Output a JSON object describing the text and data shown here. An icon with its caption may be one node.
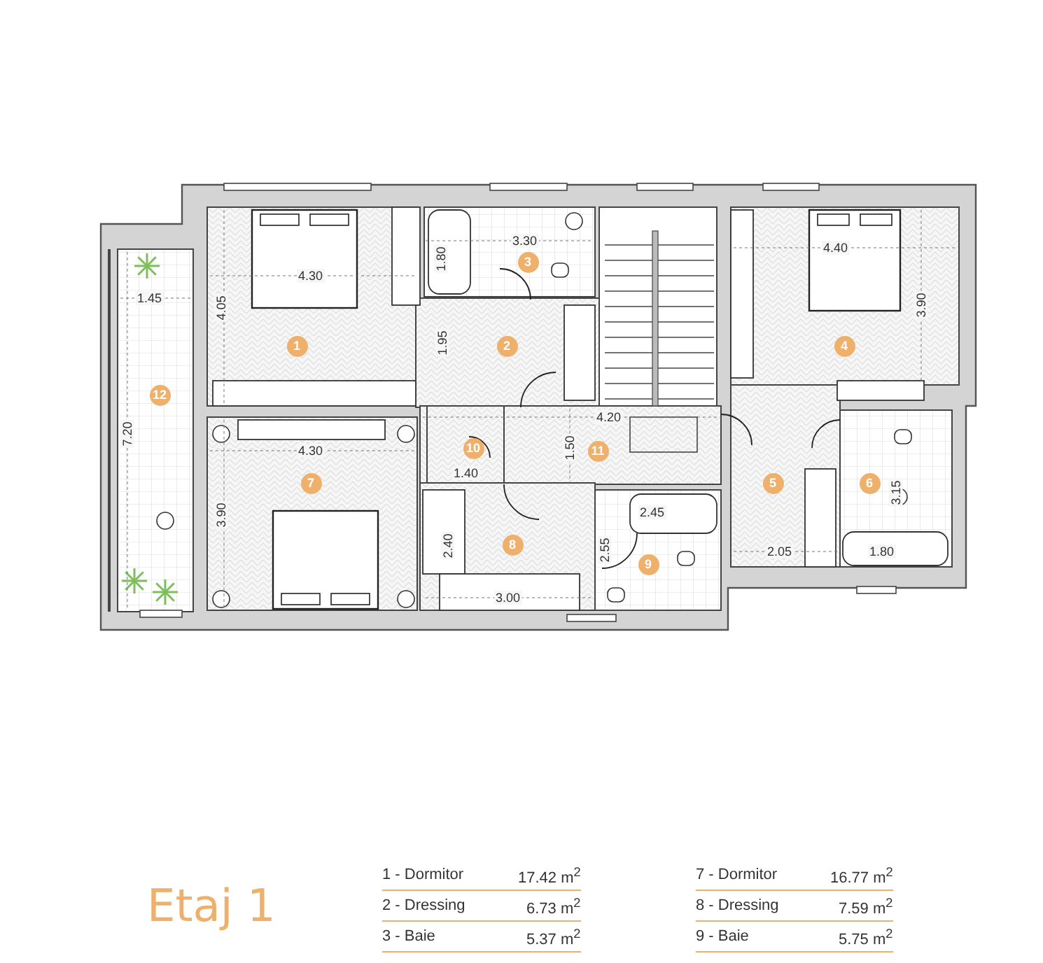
{
  "diagram": {
    "title": "Etaj 1",
    "labels": [
      "3.30",
      "4.40",
      "1.80",
      "3",
      "4.30",
      "1.45",
      "4.05",
      "3.90",
      "1",
      "1.95",
      "2",
      "4",
      "12",
      "7.20",
      "4.20",
      "4.30",
      "10",
      "1.50",
      "11",
      "1.40",
      "7",
      "5",
      "6",
      "3.15",
      "2.45",
      "3.90",
      "8",
      "2.40",
      "2.55",
      "2.05",
      "1.80",
      "9",
      "3.00",
      "1 - Dormitor",
      "17.42 m$^{2}$",
      "7 - Dormitor",
      "16.77 m$^{2}$",
      "2 - Dressing",
      "6.73 m$^{2}$",
      "8 - Dressing",
      "7.59 m$^{2}$",
      "3 - Baie",
      "5.37 m$^{2}$",
      "9 - Baie",
      "5.75 m$^{2}$"
    ]
  }
}
